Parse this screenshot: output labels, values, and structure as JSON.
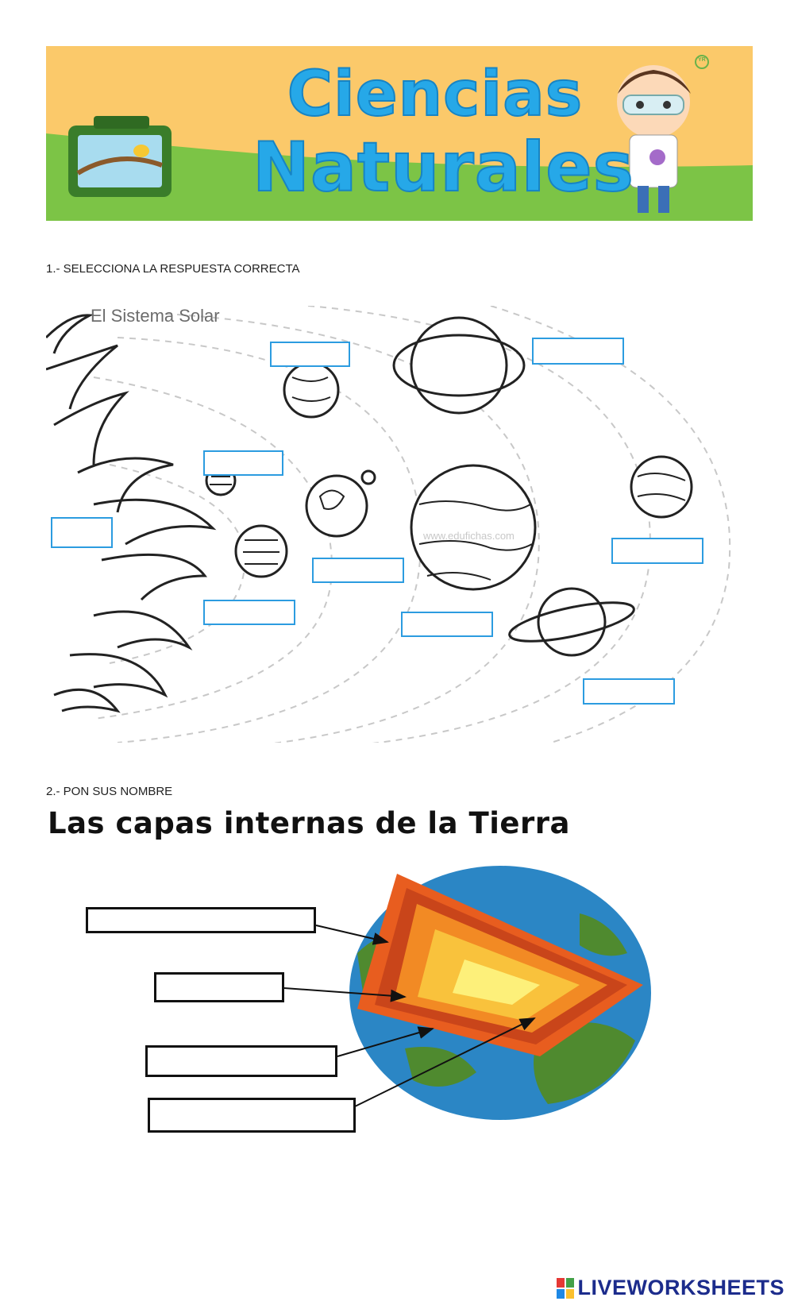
{
  "banner": {
    "title_line1": "Ciencias",
    "title_line2": "Naturales",
    "badge": "YR"
  },
  "question1": {
    "label": "1.- SELECCIONA LA RESPUESTA CORRECTA",
    "caption": "El Sistema Solar",
    "watermark": "www.edufichas.com"
  },
  "question2": {
    "label": "2.-  PON SUS NOMBRE",
    "title": "Las capas internas de la Tierra"
  },
  "footer": {
    "brand": "LIVEWORKSHEETS"
  },
  "colors": {
    "answer_border": "#2c9ce0",
    "banner_sky": "#fbc96a",
    "banner_grass": "#7cc446",
    "title": "#26a8e8"
  }
}
